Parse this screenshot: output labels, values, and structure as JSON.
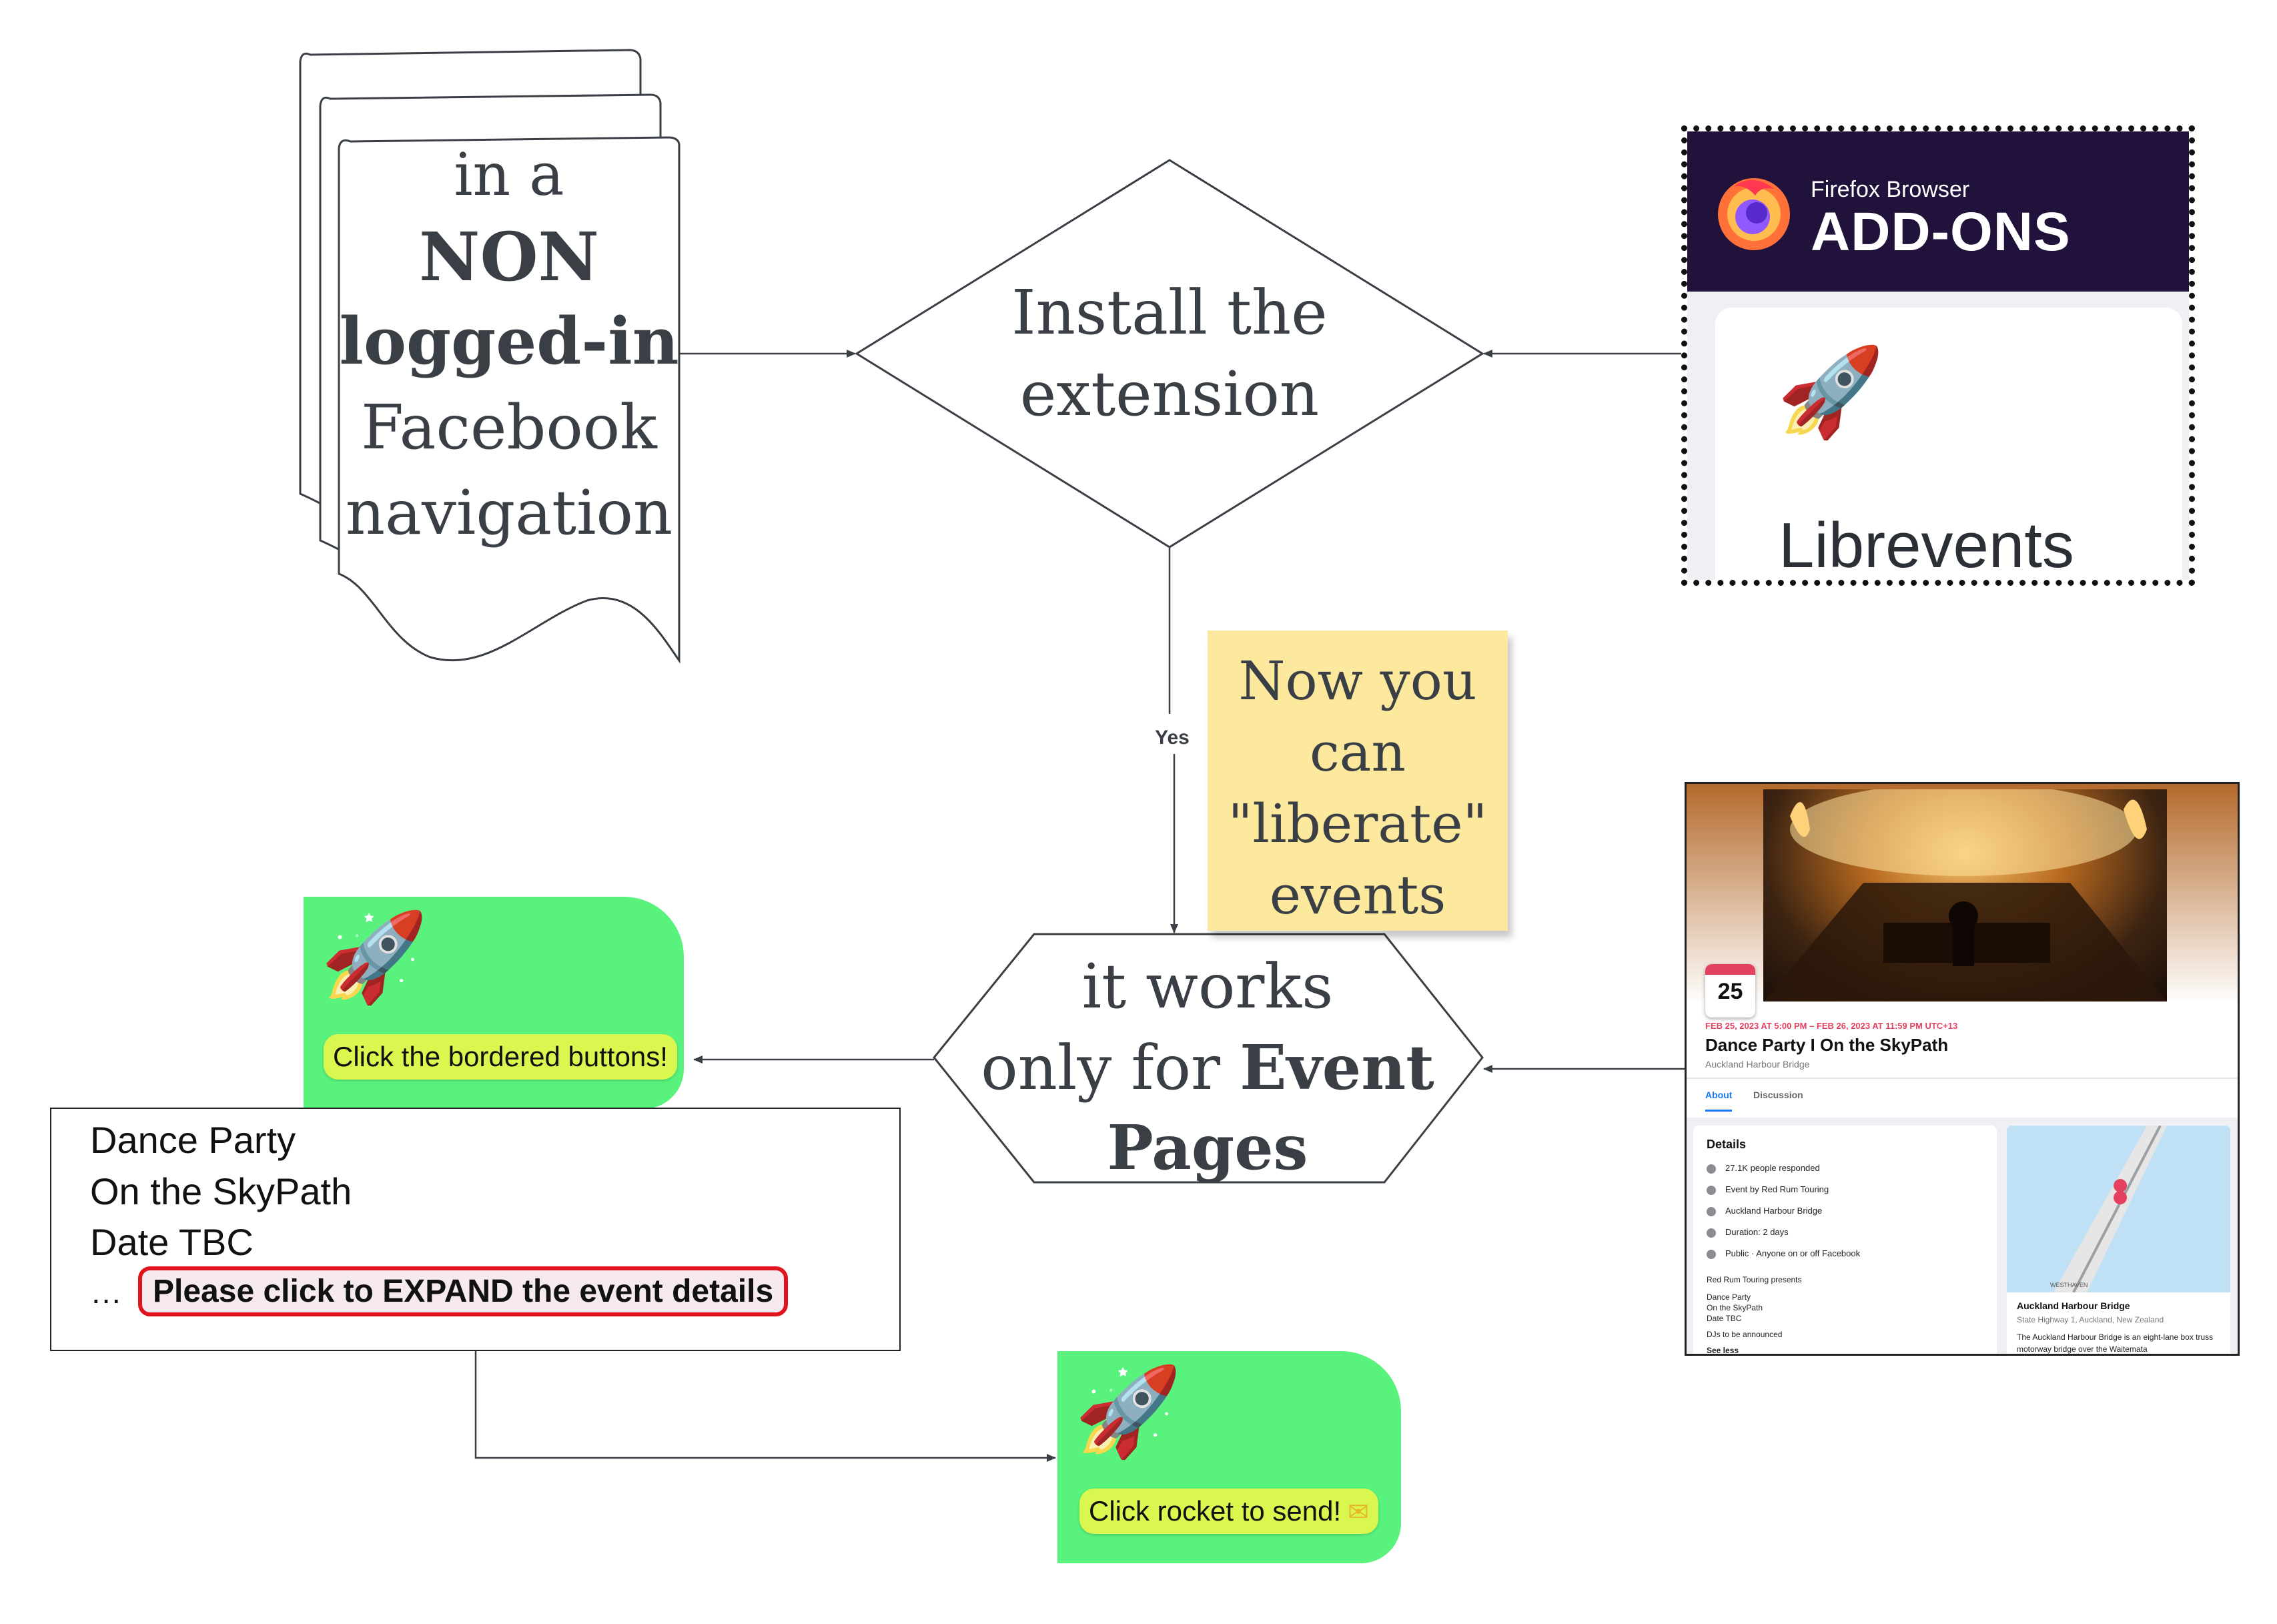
{
  "document_stack": {
    "line1": "in a",
    "line2": "NON",
    "line3": "logged-in",
    "line4": "Facebook",
    "line5": "navigation"
  },
  "decision": {
    "line1": "Install the",
    "line2": "extension"
  },
  "connector": {
    "yes_label": "Yes"
  },
  "hexagon": {
    "line1": "it works",
    "line2_plain": "only for ",
    "line2_bold": "Event",
    "line3_bold": "Pages"
  },
  "sticky_note": {
    "line1": "Now you",
    "line2": "can",
    "line3": "\"liberate\"",
    "line4": "events"
  },
  "firefox_addons": {
    "subtitle": "Firefox Browser",
    "title": "ADD-ONS",
    "extension_name": "Librevents",
    "icon": "rocket-icon"
  },
  "facebook_event": {
    "calendar_day": "25",
    "date_line": "FEB 25, 2023 AT 5:00 PM – FEB 26, 2023 AT 11:59 PM UTC+13",
    "title": "Dance Party I On the SkyPath",
    "location": "Auckland Harbour Bridge",
    "tabs": [
      "About",
      "Discussion"
    ],
    "details_title": "Details",
    "details_rows": [
      {
        "icon": "people-icon",
        "text": "27.1K people responded"
      },
      {
        "icon": "flag-icon",
        "text": "Event by Red Rum Touring"
      },
      {
        "icon": "location-pin-icon",
        "text": "Auckland Harbour Bridge"
      },
      {
        "icon": "clock-icon",
        "text": "Duration: 2 days"
      },
      {
        "icon": "globe-icon",
        "text": "Public · Anyone on or off Facebook"
      }
    ],
    "description_lines": [
      "Red Rum Touring presents",
      "Dance Party",
      "On the SkyPath",
      "Date TBC",
      "DJs to be announced",
      "See less"
    ],
    "map_title": "Auckland Harbour Bridge",
    "map_address": "State Highway 1, Auckland, New Zealand",
    "map_description": "The Auckland Harbour Bridge is an eight-lane box truss motorway bridge over the Waitemata",
    "map_label": "WESTHAVEN"
  },
  "rocket_box_1": {
    "icon": "rocket-icon",
    "label": "Click the bordered buttons!"
  },
  "event_text_box": {
    "line1": "Dance Party",
    "line2": "On the SkyPath",
    "line3": "Date TBC",
    "ellipsis": "…",
    "expand_button": "Please click to EXPAND the event details"
  },
  "rocket_box_2": {
    "icon": "rocket-icon",
    "label": "Click rocket to send!",
    "trailing_icon": "envelope-icon"
  },
  "colors": {
    "ink": "#3a3f46",
    "green_box": "#58f27c",
    "pill": "#d9f74f",
    "sticky": "#fde99e",
    "addons_header": "#20123a",
    "expand_border": "#e0141e"
  }
}
